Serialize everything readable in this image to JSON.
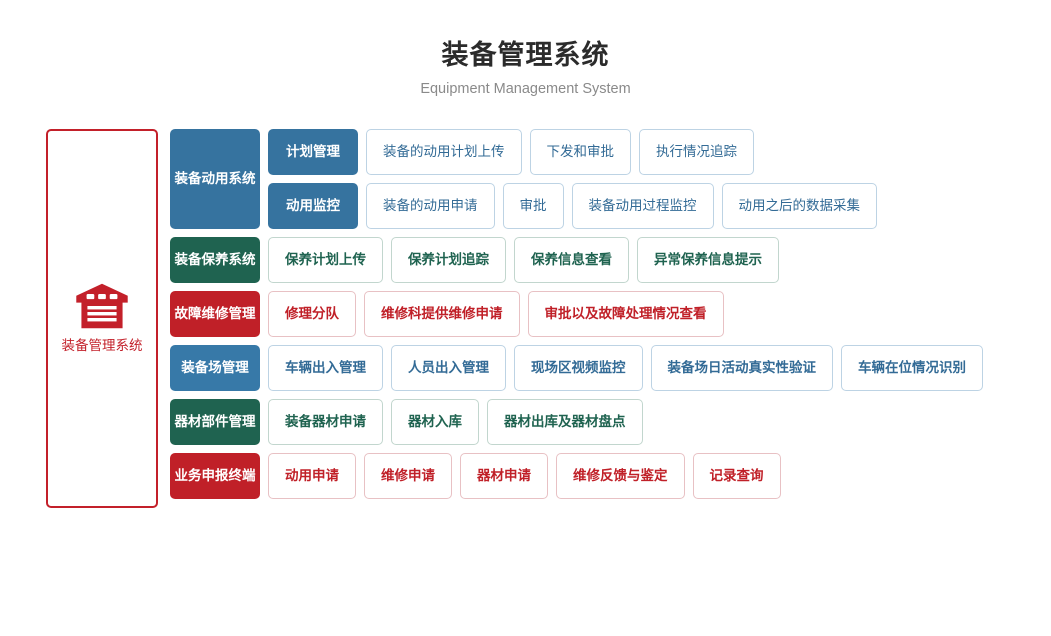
{
  "header": {
    "title": "装备管理系统",
    "subtitle": "Equipment Management System"
  },
  "hero": {
    "icon": "warehouse-icon",
    "label": "装备管理系统",
    "color": "#c3202a"
  },
  "colors": {
    "blue_dark": "#36739f",
    "blue_mid": "#3779a8",
    "green": "#1f6350",
    "red": "#c02028",
    "outline_blue_text": "#336b96",
    "outline_blue_border": "#bdd3e4",
    "outline_green_border": "#c2d6ce",
    "outline_red_border": "#e8c1c4",
    "title": "#2b2b2b",
    "subtitle": "#8a8a8a"
  },
  "groups": [
    {
      "label": "装备动用系统",
      "theme": "blue-dark",
      "rows": [
        {
          "subhead": "计划管理",
          "items": [
            "装备的动用计划上传",
            "下发和审批",
            "执行情况追踪"
          ]
        },
        {
          "subhead": "动用监控",
          "items": [
            "装备的动用申请",
            "审批",
            "装备动用过程监控",
            "动用之后的数据采集"
          ]
        }
      ]
    },
    {
      "label": "装备保养系统",
      "theme": "green",
      "rows": [
        {
          "subhead": null,
          "items": [
            "保养计划上传",
            "保养计划追踪",
            "保养信息查看",
            "异常保养信息提示"
          ]
        }
      ]
    },
    {
      "label": "故障维修管理",
      "theme": "red",
      "rows": [
        {
          "subhead": null,
          "items": [
            "修理分队",
            "维修科提供维修申请",
            "审批以及故障处理情况查看"
          ]
        }
      ]
    },
    {
      "label": "装备场管理",
      "theme": "blue-mid",
      "rows": [
        {
          "subhead": null,
          "items": [
            "车辆出入管理",
            "人员出入管理",
            "现场区视频监控",
            "装备场日活动真实性验证",
            "车辆在位情况识别"
          ]
        }
      ]
    },
    {
      "label": "器材部件管理",
      "theme": "green",
      "rows": [
        {
          "subhead": null,
          "items": [
            "装备器材申请",
            "器材入库",
            "器材出库及器材盘点"
          ]
        }
      ]
    },
    {
      "label": "业务申报终端",
      "theme": "red",
      "rows": [
        {
          "subhead": null,
          "items": [
            "动用申请",
            "维修申请",
            "器材申请",
            "维修反馈与鉴定",
            "记录查询"
          ]
        }
      ]
    }
  ]
}
